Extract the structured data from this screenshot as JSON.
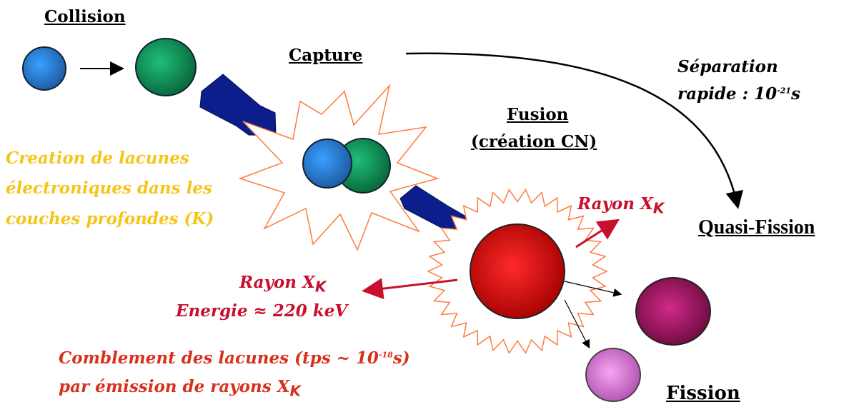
{
  "labels": {
    "collision": "Collision",
    "capture": "Capture",
    "fusion": "Fusion",
    "fusion_sub": "(création CN)",
    "separation_line1": "Séparation",
    "separation_line2_pre": "rapide : 10",
    "separation_exp": "-21",
    "separation_unit": "s",
    "quasi_fission": "Quasi-Fission",
    "fission": "Fission",
    "lacunes_line1": "Creation de lacunes",
    "lacunes_line2": "électroniques dans les",
    "lacunes_line3": "couches profondes (K)",
    "rayon_right": "Rayon X",
    "rayon_right_sub": "K",
    "rayon_left": "Rayon X",
    "rayon_left_sub": "K",
    "energie": "Energie ≈ 220 keV",
    "comblement_pre": "Comblement des lacunes (tps ~ 10",
    "comblement_exp": "-18",
    "comblement_post": "s)",
    "emission_pre": "par émission de rayons X",
    "emission_sub": "K"
  },
  "colors": {
    "text_black": "#000000",
    "text_yellow": "#f5c518",
    "text_red": "#c8102e",
    "text_orange_red": "#d9301c",
    "arrow_blue": "#0a1f8f",
    "star_outline": "#ff7a3d"
  }
}
